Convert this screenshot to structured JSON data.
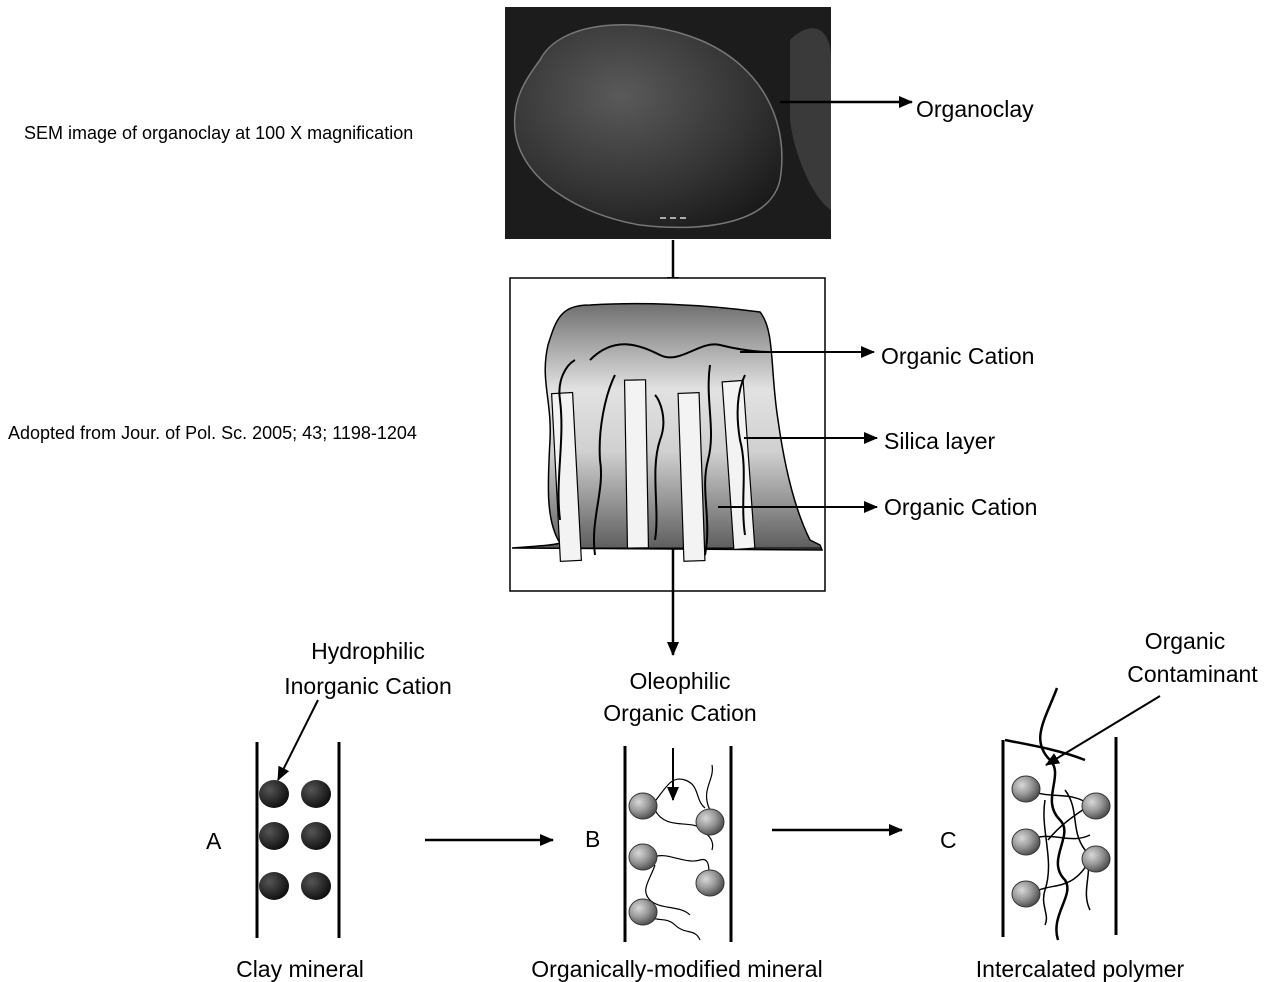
{
  "sem": {
    "caption": "SEM image of organoclay at 100 X magnification",
    "pointer_label": "Organoclay"
  },
  "schematic": {
    "caption": "Adopted from Jour. of Pol. Sc. 2005; 43; 1198-1204",
    "labels": {
      "organic_cation_top": "Organic Cation",
      "silica_layer": "Silica layer",
      "organic_cation_bottom": "Organic Cation"
    }
  },
  "panels": {
    "a": {
      "letter": "A",
      "annotation_line1": "Hydrophilic",
      "annotation_line2": "Inorganic Cation",
      "caption": "Clay mineral"
    },
    "b": {
      "letter": "B",
      "annotation_line1": "Oleophilic",
      "annotation_line2": "Organic Cation",
      "caption": "Organically-modified mineral"
    },
    "c": {
      "letter": "C",
      "annotation_line1": "Organic",
      "annotation_line2": "Contaminant",
      "caption": "Intercalated polymer"
    }
  },
  "colors": {
    "ink": "#000000",
    "sem_dark": "#1a1a1a",
    "sphere_gray": "#8a8a8a",
    "sphere_dark": "#1e1e1e"
  }
}
